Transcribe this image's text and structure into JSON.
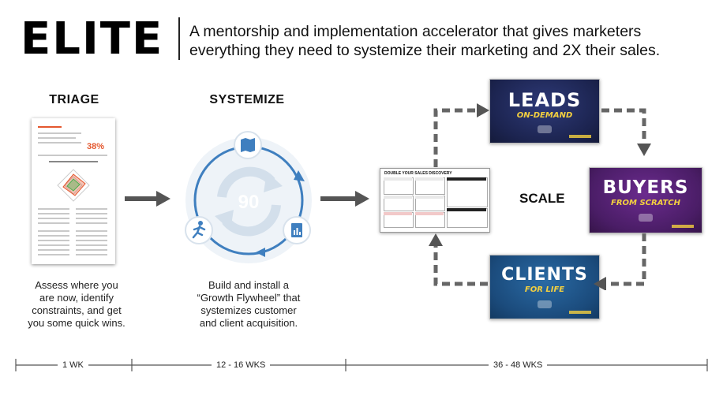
{
  "header": {
    "logo_text": "ELITE",
    "tagline_line1": "A mentorship and implementation accelerator that gives marketers",
    "tagline_line2": "everything they need to systemize their marketing and 2X their sales."
  },
  "triage": {
    "title": "TRIAGE",
    "description_lines": [
      "Assess where you",
      "are now, identify",
      "constraints, and get",
      "you some quick wins."
    ],
    "document_percent": "38%"
  },
  "systemize": {
    "title": "SYSTEMIZE",
    "cycle_number": "90",
    "description_lines": [
      "Build and install a",
      "“Growth Flywheel” that",
      "systemizes customer",
      "and client acquisition."
    ]
  },
  "scale": {
    "title": "SCALE",
    "worksheet_title": "DOUBLE YOUR SALES DISCOVERY",
    "cards": [
      {
        "big": "LEADS",
        "small": "ON-DEMAND"
      },
      {
        "big": "BUYERS",
        "small": "FROM SCRATCH"
      },
      {
        "big": "CLIENTS",
        "small": "FOR LIFE"
      }
    ]
  },
  "timeline": {
    "segments": [
      "1 WK",
      "12 - 16 WKS",
      "36 - 48 WKS"
    ]
  },
  "colors": {
    "arrow_gray": "#555555",
    "dashed_gray": "#666666",
    "cycle_blue": "#3f7fbf",
    "cycle_light": "#dde7f1",
    "leads_bg": "#1c2450",
    "buyers_bg": "#4a1d66",
    "clients_bg": "#1b4b7c",
    "accent_yellow": "#f4d03f"
  },
  "icons": [
    "map-icon",
    "runner-icon",
    "chart-document-icon",
    "cycle-arrows-icon"
  ]
}
